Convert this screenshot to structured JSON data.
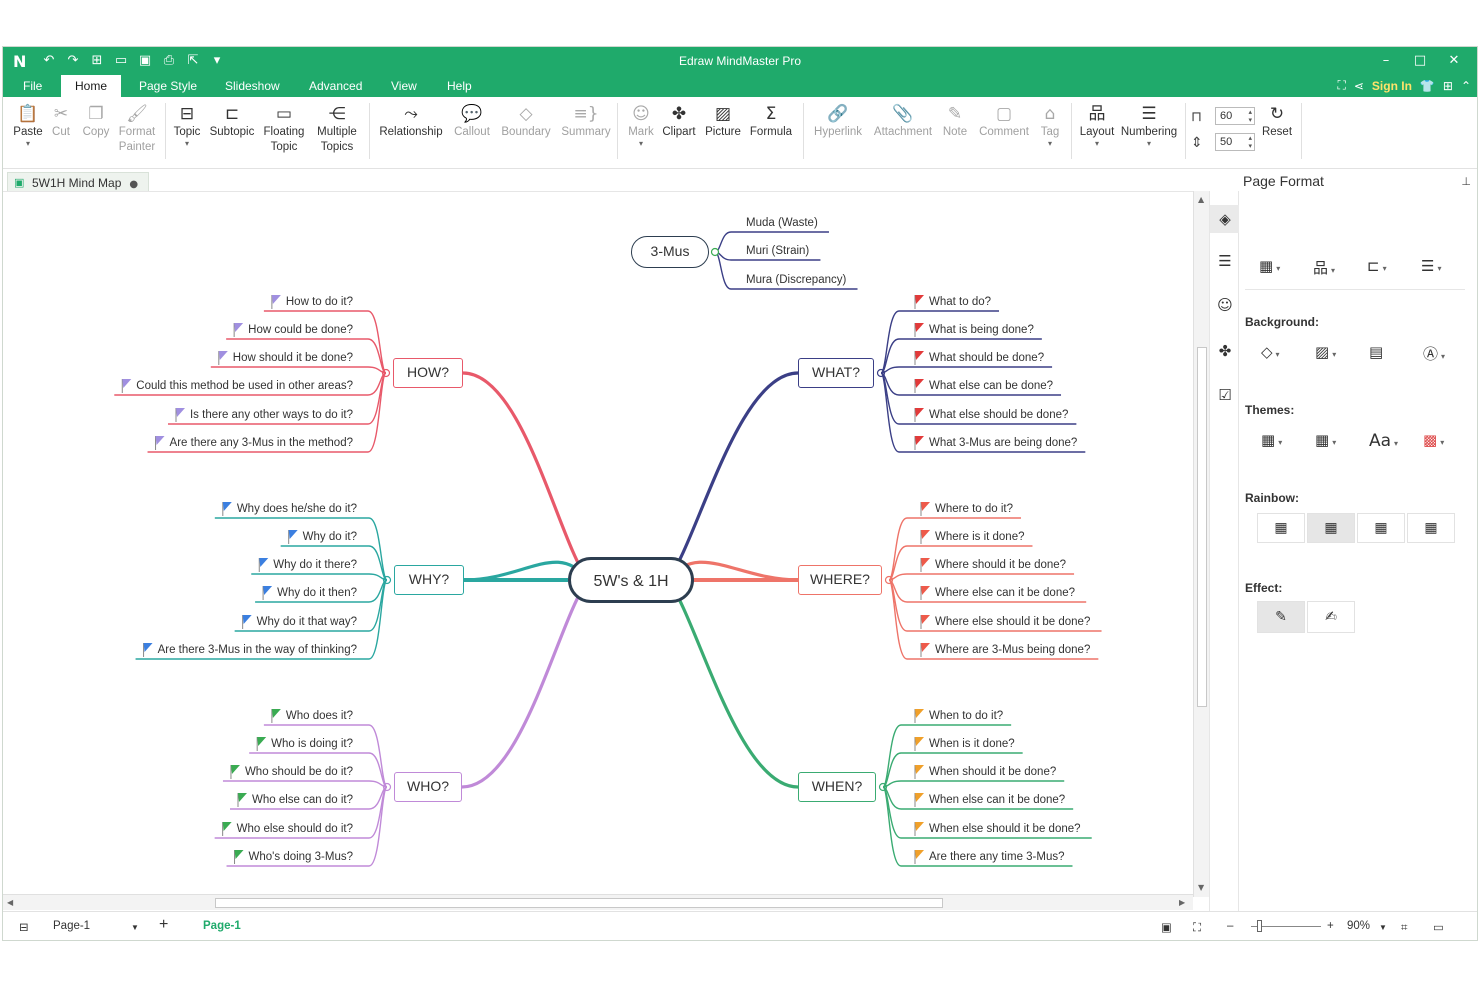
{
  "app": {
    "title": "Edraw MindMaster Pro",
    "window_controls": [
      "–",
      "□",
      "✕"
    ]
  },
  "menu": {
    "tabs": [
      "File",
      "Home",
      "Page Style",
      "Slideshow",
      "Advanced",
      "View",
      "Help"
    ],
    "active": "Home",
    "sign_in": "Sign In"
  },
  "ribbon": {
    "paste": "Paste",
    "cut": "Cut",
    "copy": "Copy",
    "format_painter_1": "Format",
    "format_painter_2": "Painter",
    "topic": "Topic",
    "subtopic": "Subtopic",
    "floating_1": "Floating",
    "floating_2": "Topic",
    "multiple_1": "Multiple",
    "multiple_2": "Topics",
    "relationship": "Relationship",
    "callout": "Callout",
    "boundary": "Boundary",
    "summary": "Summary",
    "mark": "Mark",
    "clipart": "Clipart",
    "picture": "Picture",
    "formula": "Formula",
    "hyperlink": "Hyperlink",
    "attachment": "Attachment",
    "note": "Note",
    "comment": "Comment",
    "tag": "Tag",
    "layout": "Layout",
    "numbering": "Numbering",
    "h_spacing": "60",
    "v_spacing": "50",
    "reset": "Reset"
  },
  "document": {
    "tab_name": "5W1H Mind Map"
  },
  "mindmap": {
    "central": "5W's & 1H",
    "floating": {
      "title": "3-Mus",
      "items": [
        "Muda  (Waste)",
        "Muri  (Strain)",
        "Mura  (Discrepancy)"
      ]
    },
    "how": {
      "title": "HOW?",
      "color": "#e8596a",
      "items": [
        "How to do it?",
        "How could be done?",
        "How should it be done?",
        "Could this method be used in other areas?",
        "Is there any other ways to do it?",
        "Are there any 3-Mus in the method?"
      ]
    },
    "what": {
      "title": "WHAT?",
      "color": "#3b3f86",
      "items": [
        "What to do?",
        "What is being done?",
        "What should be done?",
        "What else can be done?",
        "What else should be done?",
        "What 3-Mus are being done?"
      ]
    },
    "why": {
      "title": "WHY?",
      "color": "#2aa7a0",
      "items": [
        "Why does he/she do it?",
        "Why do it?",
        "Why do it there?",
        "Why do it then?",
        "Why do it that way?",
        "Are there 3-Mus in the way of thinking?"
      ]
    },
    "where": {
      "title": "WHERE?",
      "color": "#ee7469",
      "items": [
        "Where to do it?",
        "Where is it done?",
        "Where should it be done?",
        "Where  else can it be done?",
        "Where  else should it be done?",
        "Where are 3-Mus being done?"
      ]
    },
    "who": {
      "title": "WHO?",
      "color": "#c08ad8",
      "items": [
        "Who does it?",
        "Who is doing it?",
        "Who should be do it?",
        "Who else can do it?",
        "Who else should do it?",
        "Who's doing 3-Mus?"
      ]
    },
    "when": {
      "title": "WHEN?",
      "color": "#3aab72",
      "items": [
        "When to do it?",
        "When is it done?",
        "When should it be done?",
        "When else can it be done?",
        "When  else should it be done?",
        "Are there any time 3-Mus?"
      ]
    }
  },
  "panel": {
    "title": "Page Format",
    "background": "Background:",
    "themes": "Themes:",
    "theme_font": "Aa",
    "rainbow": "Rainbow:",
    "effect": "Effect:"
  },
  "status": {
    "page_select": "Page-1",
    "page_tab": "Page-1",
    "zoom": "90%"
  }
}
